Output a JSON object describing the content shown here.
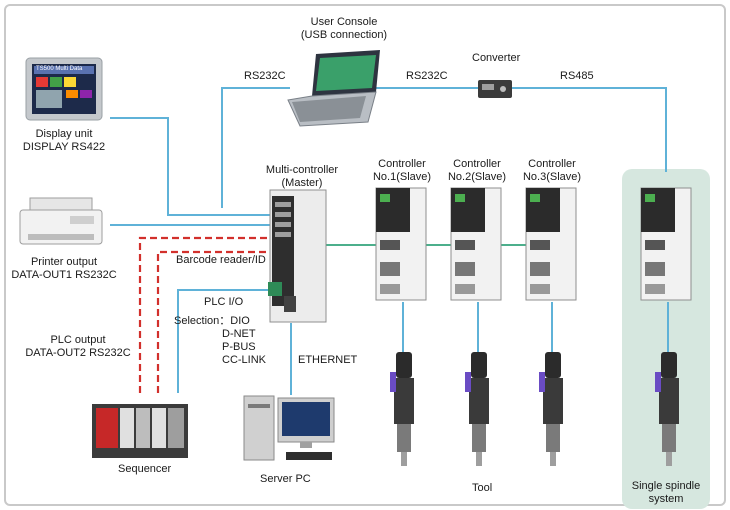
{
  "labels": {
    "user_console": [
      "User Console",
      "(USB connection)"
    ],
    "converter": "Converter",
    "rs232c_left": "RS232C",
    "rs232c_mid": "RS232C",
    "rs485": "RS485",
    "display_unit": [
      "Display unit",
      "DISPLAY RS422"
    ],
    "printer": [
      "Printer output",
      "DATA-OUT1 RS232C"
    ],
    "multi_controller": [
      "Multi-controller",
      "(Master)"
    ],
    "controllers": [
      [
        "Controller",
        "No.1(Slave)"
      ],
      [
        "Controller",
        "No.2(Slave)"
      ],
      [
        "Controller",
        "No.3(Slave)"
      ]
    ],
    "barcode": "Barcode reader/ID",
    "plc_io": "PLC I/O",
    "selection": "Selection：DIO",
    "selection_options": [
      "D-NET",
      "P-BUS",
      "CC-LINK"
    ],
    "plc_output": [
      "PLC output",
      "DATA-OUT2 RS232C"
    ],
    "ethernet": "ETHERNET",
    "sequencer": "Sequencer",
    "server_pc": "Server PC",
    "tool": "Tool",
    "single_spindle": [
      "Single spindle",
      "system"
    ],
    "display_screen_text": "TS500 Multi Data"
  },
  "colors": {
    "serial_line": "#5fb2d8",
    "network_line": "#4caf8c",
    "dashed_line": "#d2302c",
    "panel": "#d6e7df"
  }
}
